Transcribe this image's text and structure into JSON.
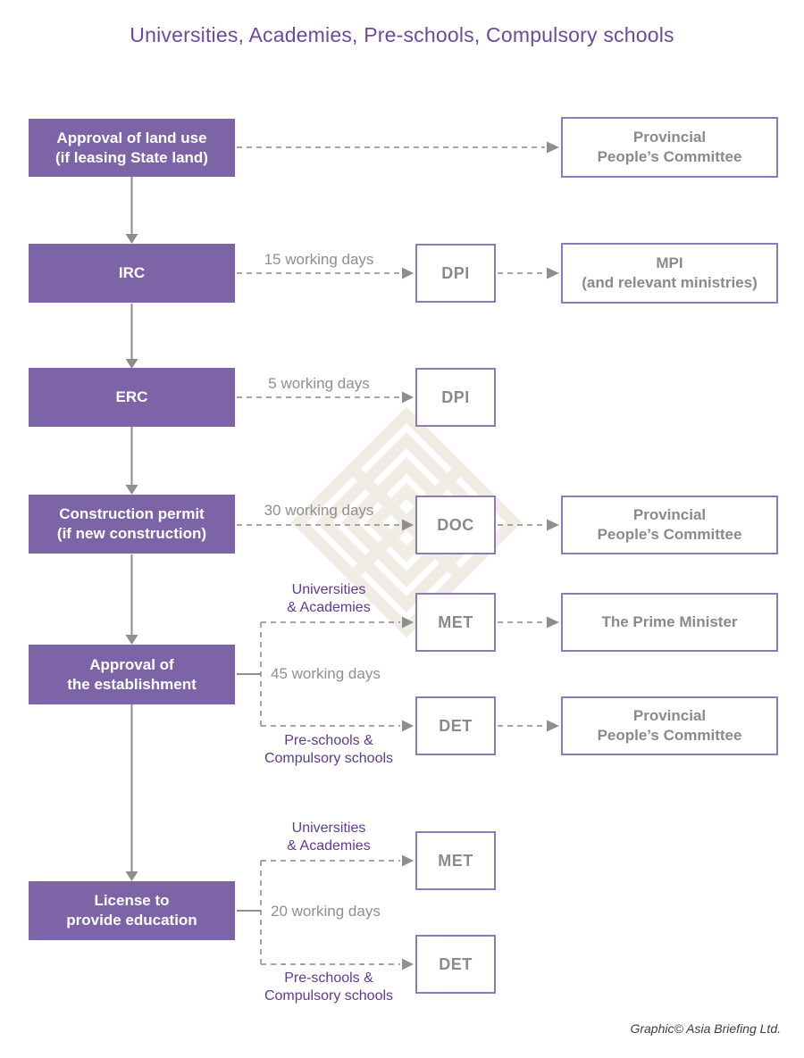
{
  "title": "Universities, Academies, Pre-schools, Compulsory schools",
  "steps": [
    {
      "label": "Approval of land use\n(if leasing State land)"
    },
    {
      "label": "IRC"
    },
    {
      "label": "ERC"
    },
    {
      "label": "Construction permit\n(if new construction)"
    },
    {
      "label": "Approval of\nthe establishment"
    },
    {
      "label": "License to\nprovide education"
    }
  ],
  "agencies": [
    {
      "label": "DPI"
    },
    {
      "label": "DPI"
    },
    {
      "label": "DOC"
    },
    {
      "label": "MET"
    },
    {
      "label": "DET"
    },
    {
      "label": "MET"
    },
    {
      "label": "DET"
    }
  ],
  "authorities": [
    {
      "label": "Provincial\nPeople’s Committee"
    },
    {
      "label": "MPI\n(and relevant ministries)"
    },
    {
      "label": "Provincial\nPeople’s Committee"
    },
    {
      "label": "The Prime Minister"
    },
    {
      "label": "Provincial\nPeople’s Committee"
    }
  ],
  "durations": [
    {
      "label": "15 working days"
    },
    {
      "label": "5 working days"
    },
    {
      "label": "30 working days"
    },
    {
      "label": "45 working days"
    },
    {
      "label": "20 working days"
    }
  ],
  "branch_labels": [
    {
      "label": "Universities\n& Academies"
    },
    {
      "label": "Pre-schools &\nCompulsory schools"
    },
    {
      "label": "Universities\n& Academies"
    },
    {
      "label": "Pre-schools &\nCompulsory schools"
    }
  ],
  "credit": "Graphic© Asia Briefing Ltd.",
  "colors": {
    "step_fill": "#7c64a6",
    "box_border": "#8d7ab9",
    "box_text": "#8a8a8a",
    "branch_text": "#5d3b90",
    "title_text": "#6c4a9c",
    "connector_gray": "#8e8e8e",
    "dash_gray": "#a5a5a5",
    "watermark_beige": "#f1ece4"
  }
}
